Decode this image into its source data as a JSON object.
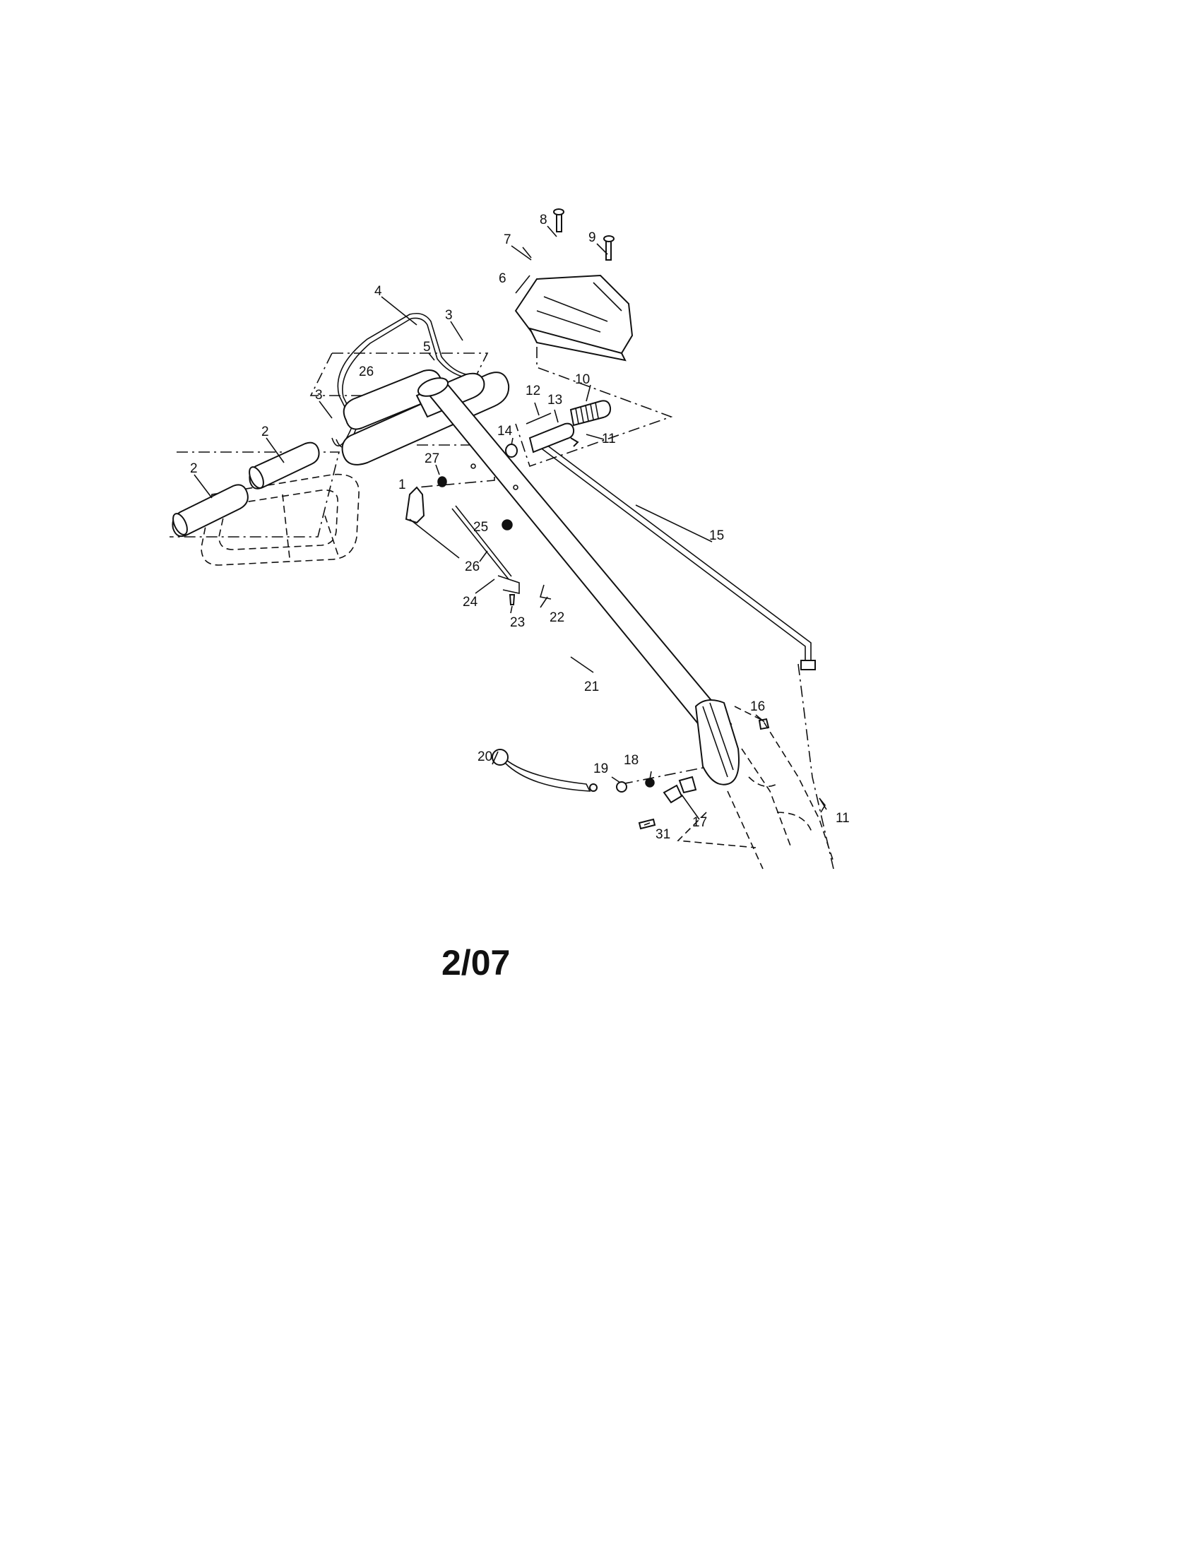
{
  "part_labels": [
    "1",
    "2",
    "2",
    "3",
    "3",
    "4",
    "5",
    "6",
    "7",
    "8",
    "9",
    "10",
    "11",
    "11",
    "12",
    "13",
    "14",
    "15",
    "16",
    "17",
    "18",
    "19",
    "20",
    "21",
    "22",
    "23",
    "24",
    "25",
    "26",
    "26",
    "27",
    "31"
  ],
  "footer": {
    "date_code": "2/07"
  }
}
